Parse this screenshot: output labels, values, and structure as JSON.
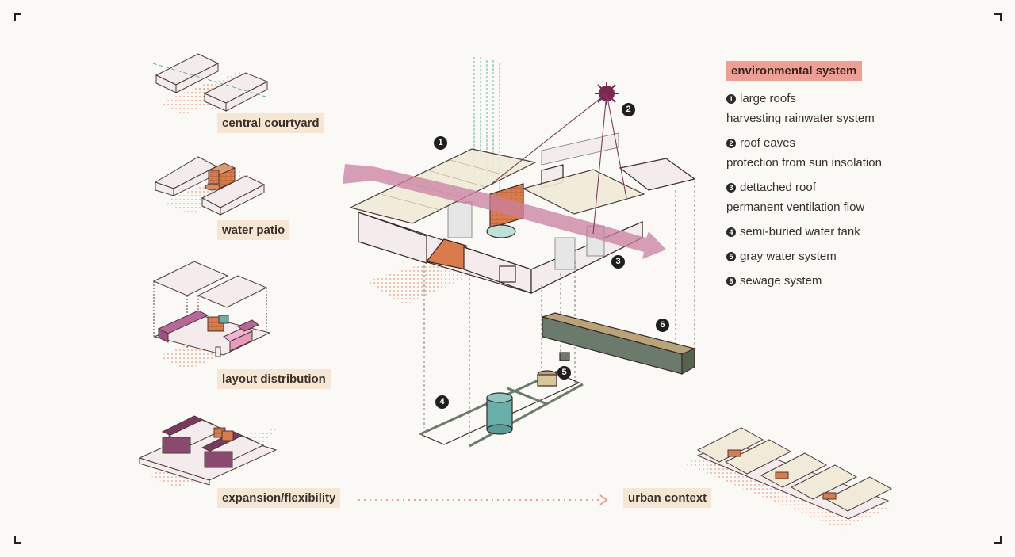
{
  "labels": {
    "courtyard": "central courtyard",
    "patio": "water patio",
    "layout": "layout distribution",
    "expansion": "expansion/flexibility",
    "urban": "urban context"
  },
  "legend": {
    "title": "environmental system",
    "items": [
      {
        "num": "1",
        "line1": "large roofs",
        "line2": "harvesting rainwater system"
      },
      {
        "num": "2",
        "line1": "roof eaves",
        "line2": "protection from sun insolation"
      },
      {
        "num": "3",
        "line1": "dettached roof",
        "line2": "permanent ventilation flow"
      },
      {
        "num": "4",
        "line1": "semi-buried water tank",
        "line2": ""
      },
      {
        "num": "5",
        "line1": "gray water system",
        "line2": ""
      },
      {
        "num": "6",
        "line1": "sewage system",
        "line2": ""
      }
    ]
  },
  "callouts": [
    "1",
    "2",
    "3",
    "4",
    "5",
    "6"
  ],
  "colors": {
    "accent": "#ee9f95",
    "label_bg": "#f6e6d4",
    "wall": "#f4ecec",
    "roof": "#f1ead8",
    "orange": "#d97b4d",
    "purple": "#b8679b",
    "teal": "#6aaea8",
    "sewage": "#6b7a6a",
    "arrow": "#c97fa0"
  }
}
